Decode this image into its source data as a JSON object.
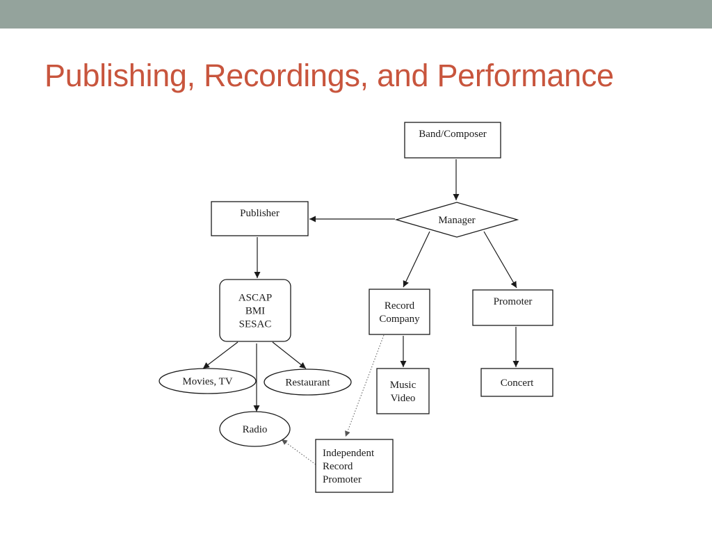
{
  "slide": {
    "title": "Publishing, Recordings, and Performance",
    "colors": {
      "top_bar": "#94a39c",
      "title": "#c8553d",
      "background": "#ffffff"
    }
  },
  "diagram": {
    "nodes": [
      {
        "id": "band-composer",
        "shape": "rect",
        "lines": [
          "Band/Composer"
        ]
      },
      {
        "id": "manager",
        "shape": "diamond",
        "lines": [
          "Manager"
        ]
      },
      {
        "id": "publisher",
        "shape": "rect",
        "lines": [
          "Publisher"
        ]
      },
      {
        "id": "pro",
        "shape": "rounded-rect",
        "lines": [
          "ASCAP",
          "BMI",
          "SESAC"
        ]
      },
      {
        "id": "record-company",
        "shape": "rect",
        "lines": [
          "Record",
          "Company"
        ]
      },
      {
        "id": "promoter",
        "shape": "rect",
        "lines": [
          "Promoter"
        ]
      },
      {
        "id": "movies-tv",
        "shape": "ellipse",
        "lines": [
          "Movies, TV"
        ]
      },
      {
        "id": "restaurant",
        "shape": "ellipse",
        "lines": [
          "Restaurant"
        ]
      },
      {
        "id": "radio",
        "shape": "ellipse",
        "lines": [
          "Radio"
        ]
      },
      {
        "id": "music-video",
        "shape": "rect",
        "lines": [
          "Music",
          "Video"
        ]
      },
      {
        "id": "concert",
        "shape": "rect",
        "lines": [
          "Concert"
        ]
      },
      {
        "id": "independent-record-promoter",
        "shape": "rect",
        "lines": [
          "Independent",
          "Record",
          "Promoter"
        ]
      }
    ],
    "edges": [
      {
        "from": "band-composer",
        "to": "manager",
        "style": "solid"
      },
      {
        "from": "manager",
        "to": "publisher",
        "style": "solid"
      },
      {
        "from": "manager",
        "to": "record-company",
        "style": "solid"
      },
      {
        "from": "manager",
        "to": "promoter",
        "style": "solid"
      },
      {
        "from": "publisher",
        "to": "pro",
        "style": "solid"
      },
      {
        "from": "pro",
        "to": "movies-tv",
        "style": "solid"
      },
      {
        "from": "pro",
        "to": "restaurant",
        "style": "solid"
      },
      {
        "from": "pro",
        "to": "radio",
        "style": "solid"
      },
      {
        "from": "record-company",
        "to": "music-video",
        "style": "solid"
      },
      {
        "from": "promoter",
        "to": "concert",
        "style": "solid"
      },
      {
        "from": "record-company",
        "to": "independent-record-promoter",
        "style": "dotted"
      },
      {
        "from": "independent-record-promoter",
        "to": "radio",
        "style": "dotted"
      }
    ]
  }
}
